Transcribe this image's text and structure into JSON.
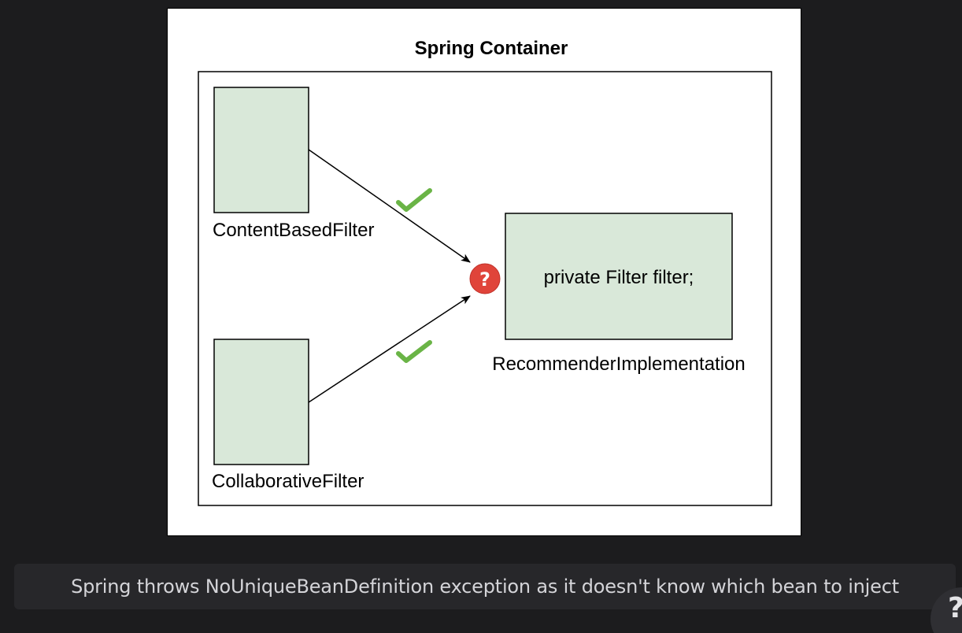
{
  "diagram": {
    "title": "Spring Container",
    "beans": {
      "content_based": "ContentBasedFilter",
      "collaborative": "CollaborativeFilter",
      "recommender": "RecommenderImplementation"
    },
    "field_text": "private Filter filter;",
    "question_mark": "?",
    "colors": {
      "bean_fill": "#d9e8d9",
      "check": "#6ab446",
      "question": "#e0443a"
    }
  },
  "caption": {
    "text": "Spring throws NoUniqueBeanDefinition exception as it doesn't know which bean to inject"
  },
  "help_button": {
    "label": "?"
  }
}
